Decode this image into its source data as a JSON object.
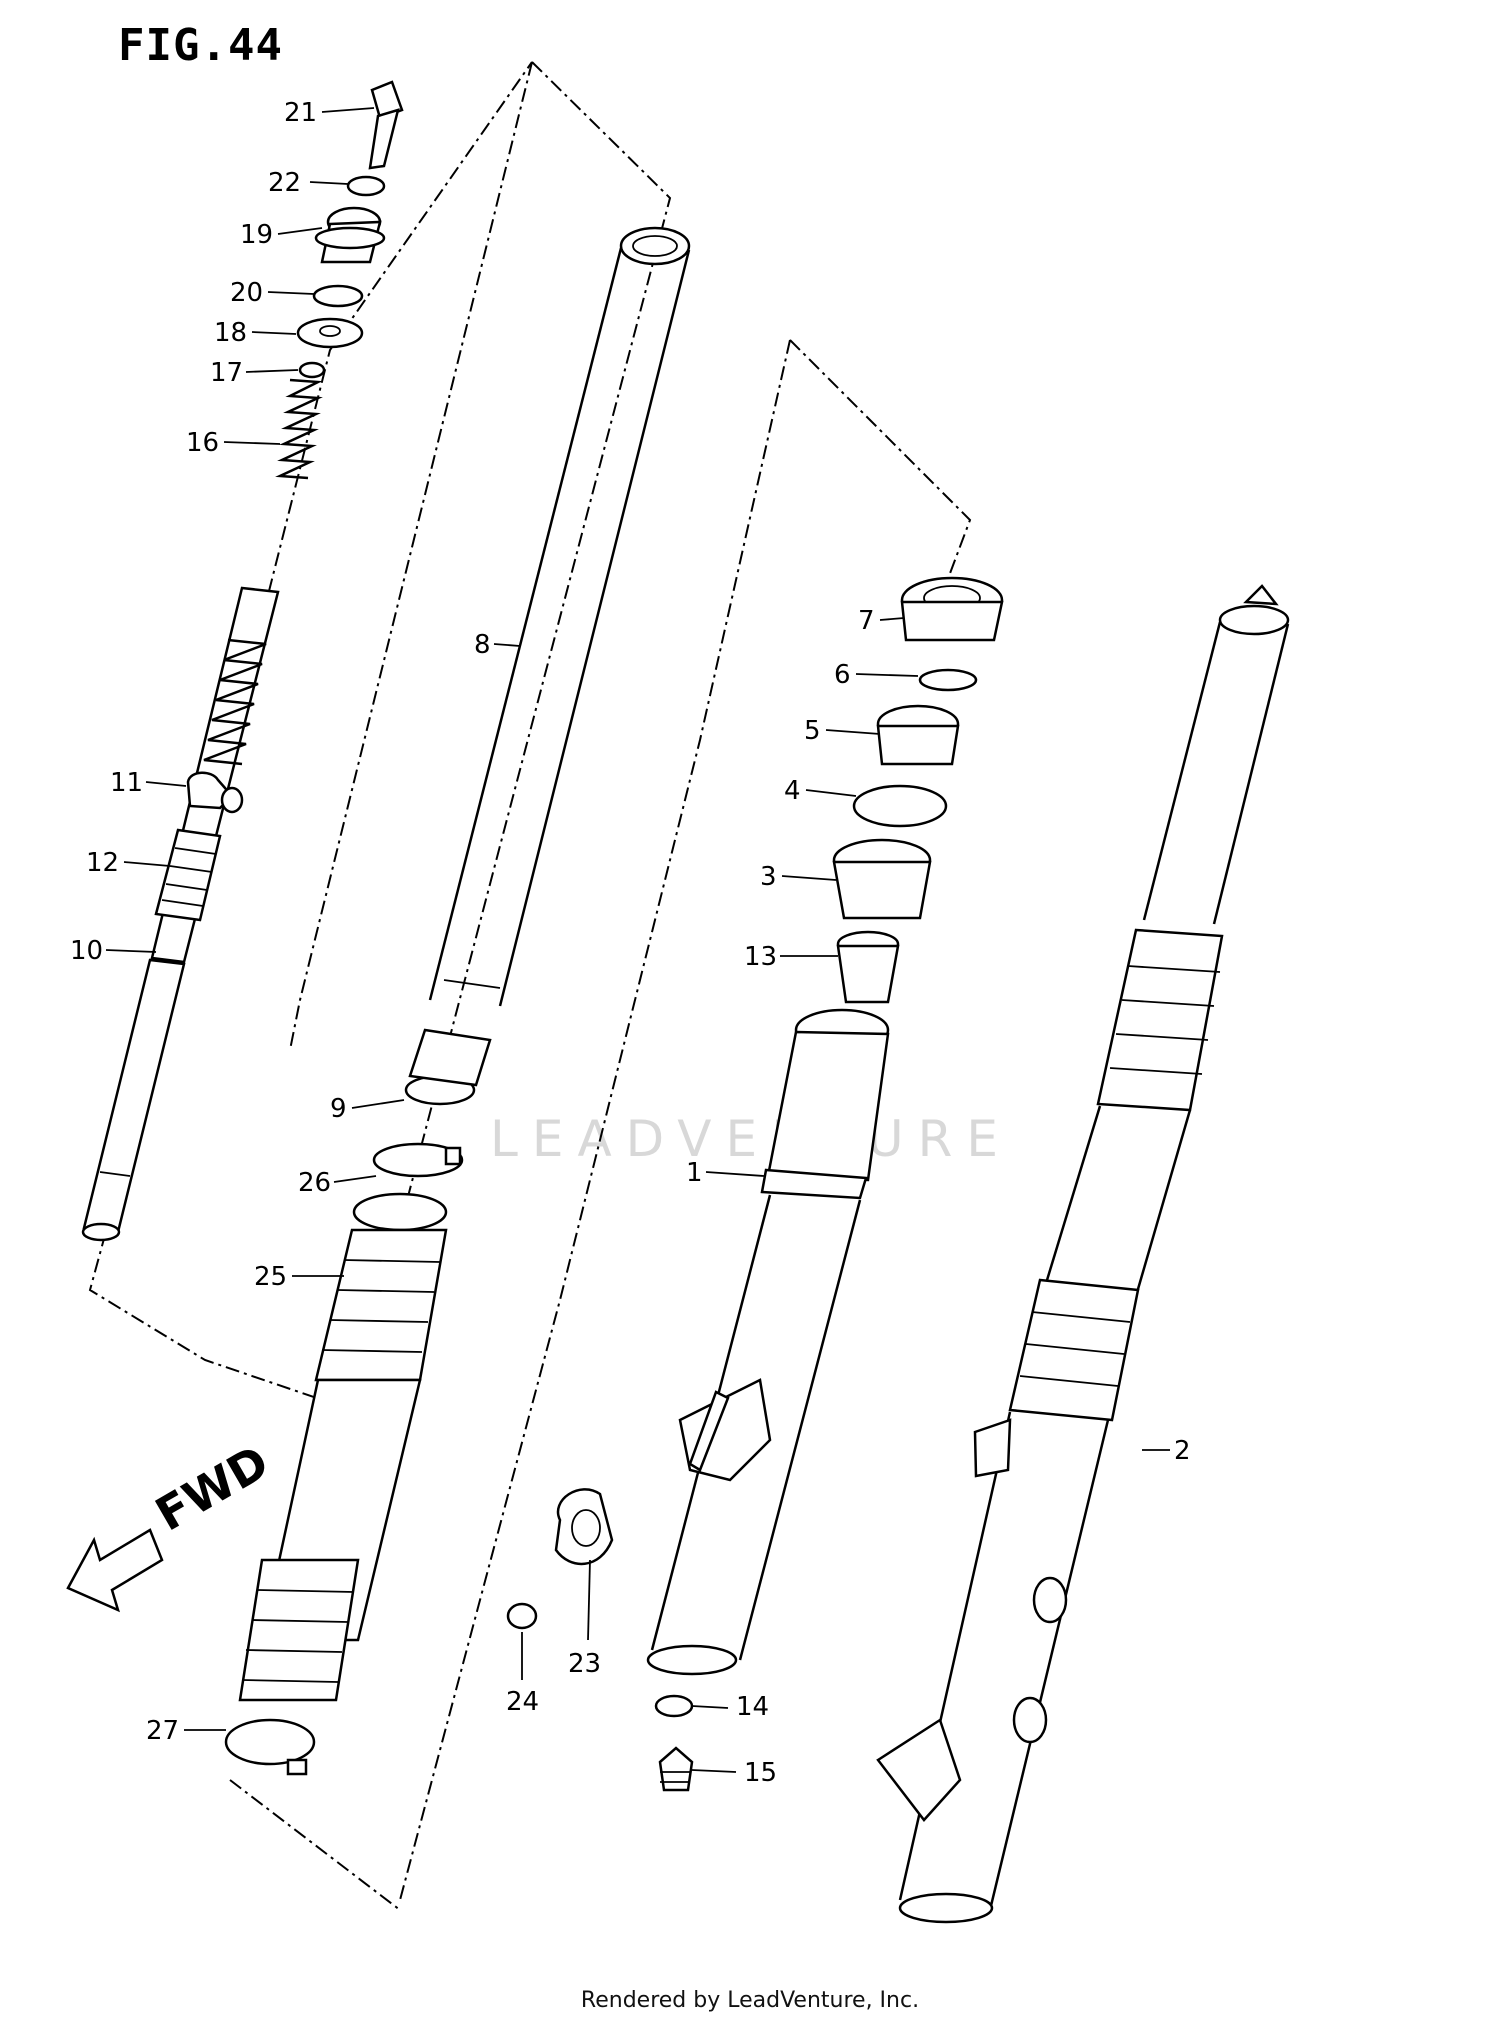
{
  "figure": {
    "title": "FIG.44",
    "watermark": "LEADVENTURE",
    "footer": "Rendered by LeadVenture, Inc.",
    "direction_label": "FWD",
    "direction_icon": "arrow-left-outline-icon"
  },
  "callouts": [
    {
      "id": "21",
      "label": "21"
    },
    {
      "id": "22",
      "label": "22"
    },
    {
      "id": "19",
      "label": "19"
    },
    {
      "id": "20",
      "label": "20"
    },
    {
      "id": "18",
      "label": "18"
    },
    {
      "id": "17",
      "label": "17"
    },
    {
      "id": "16",
      "label": "16"
    },
    {
      "id": "11",
      "label": "11"
    },
    {
      "id": "12",
      "label": "12"
    },
    {
      "id": "10",
      "label": "10"
    },
    {
      "id": "8",
      "label": "8"
    },
    {
      "id": "7",
      "label": "7"
    },
    {
      "id": "6",
      "label": "6"
    },
    {
      "id": "5",
      "label": "5"
    },
    {
      "id": "4",
      "label": "4"
    },
    {
      "id": "3",
      "label": "3"
    },
    {
      "id": "13",
      "label": "13"
    },
    {
      "id": "9",
      "label": "9"
    },
    {
      "id": "26",
      "label": "26"
    },
    {
      "id": "1",
      "label": "1"
    },
    {
      "id": "25",
      "label": "25"
    },
    {
      "id": "2",
      "label": "2"
    },
    {
      "id": "27",
      "label": "27"
    },
    {
      "id": "24",
      "label": "24"
    },
    {
      "id": "23",
      "label": "23"
    },
    {
      "id": "14",
      "label": "14"
    },
    {
      "id": "15",
      "label": "15"
    }
  ]
}
